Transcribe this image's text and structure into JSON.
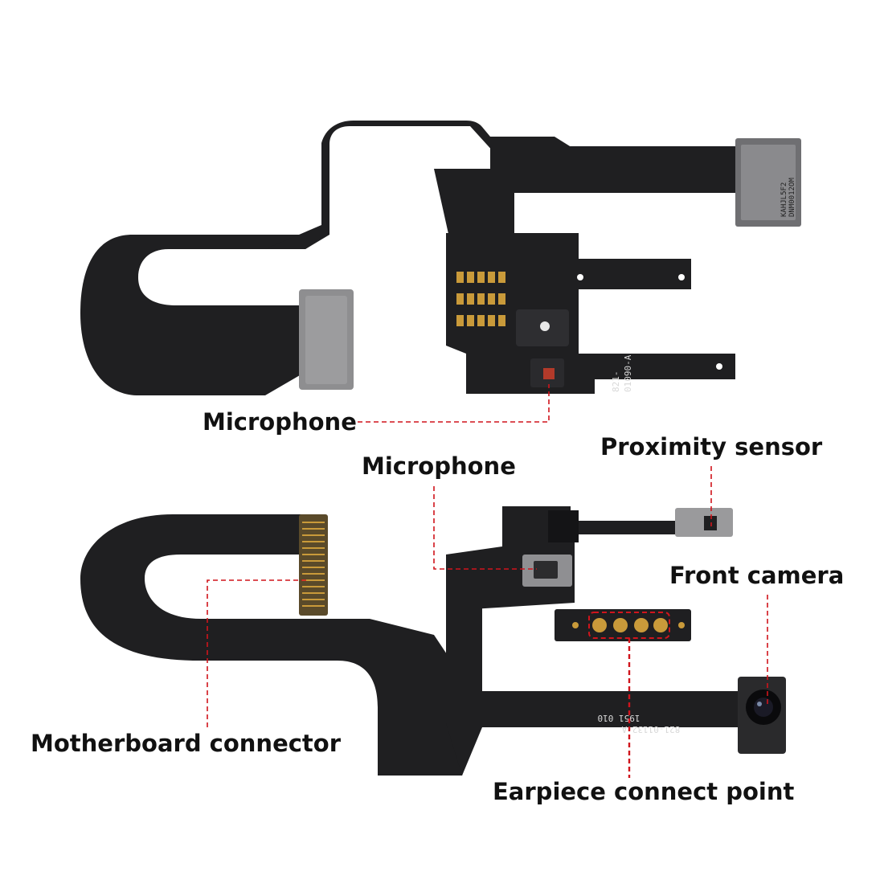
{
  "colors": {
    "background": "#ffffff",
    "flex_cable": "#1f1f21",
    "flex_cable_shadow": "#0e0e10",
    "metal": "#9a9a9c",
    "gold": "#c99a3a",
    "callout_line": "#d0141c"
  },
  "top_assembly": {
    "printed_markings": [
      "821-",
      "01090-A"
    ],
    "camera_module_markings": [
      "DNM0012OM",
      "KAHJL5F2"
    ],
    "callouts": [
      {
        "label": "Microphone"
      }
    ]
  },
  "bottom_assembly": {
    "printed_markings": [
      "1951 010",
      "821-01132-A"
    ],
    "callouts": [
      {
        "label": "Microphone"
      },
      {
        "label": "Proximity sensor"
      },
      {
        "label": "Front camera"
      },
      {
        "label": "Motherboard connector"
      },
      {
        "label": "Earpiece connect point"
      }
    ]
  }
}
